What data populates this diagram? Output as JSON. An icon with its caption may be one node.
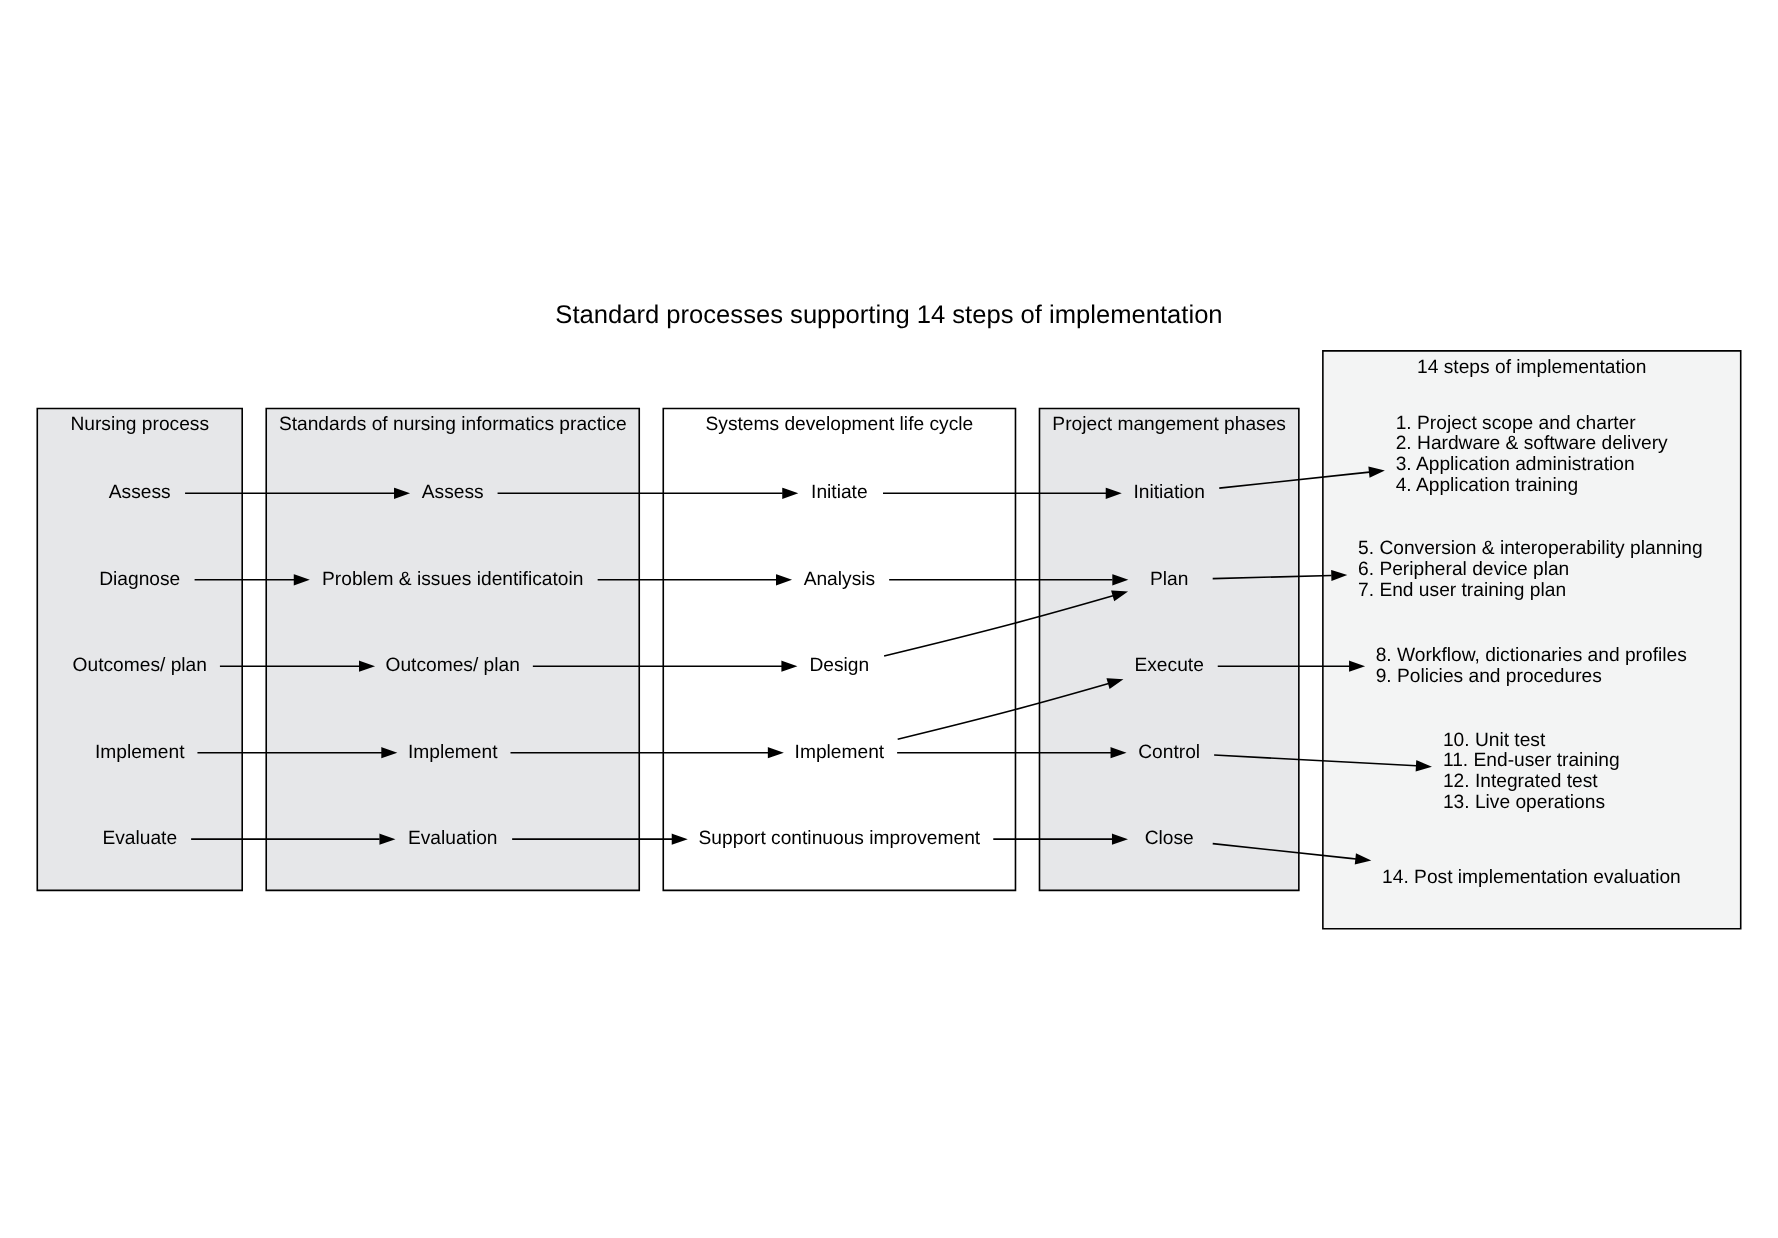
{
  "diagram": {
    "title": "Standard processes supporting 14 steps of implementation",
    "nodes": [
      {
        "text": [
          "Nursing process"
        ]
      },
      {
        "text": [
          "Assess"
        ],
        "in": 0
      },
      {
        "text": [
          "Diagnose"
        ],
        "in": 0
      },
      {
        "text": [
          "Outcomes/ plan"
        ],
        "in": 0
      },
      {
        "text": [
          "Implement"
        ],
        "in": 0
      },
      {
        "text": [
          "Evaluate"
        ],
        "in": 0
      },
      {
        "text": [
          "Standards of nursing informatics practice"
        ]
      },
      {
        "text": [
          "Assess"
        ],
        "in": 6
      },
      {
        "text": [
          "Problem & issues identificatoin"
        ],
        "in": 6
      },
      {
        "text": [
          "Outcomes/ plan"
        ],
        "in": 6
      },
      {
        "text": [
          "Implement"
        ],
        "in": 6
      },
      {
        "text": [
          "Evaluation"
        ],
        "in": 6
      },
      {
        "text": [
          "Systems development life cycle"
        ]
      },
      {
        "text": [
          "Initiate"
        ],
        "in": 12
      },
      {
        "text": [
          "Analysis"
        ],
        "in": 12
      },
      {
        "text": [
          "Design"
        ],
        "in": 12
      },
      {
        "text": [
          "Implement"
        ],
        "in": 12
      },
      {
        "text": [
          "Support continuous improvement"
        ],
        "in": 12
      },
      {
        "text": [
          "Project mangement phases"
        ]
      },
      {
        "text": [
          "Initiation"
        ],
        "in": 18
      },
      {
        "text": [
          "Plan"
        ],
        "in": 18
      },
      {
        "text": [
          "Execute"
        ],
        "in": 18
      },
      {
        "text": [
          "Control"
        ],
        "in": 18
      },
      {
        "text": [
          "Close"
        ],
        "in": 18
      },
      {
        "text": [
          "14 steps of implementation"
        ]
      },
      {
        "text": [
          "1. Project scope and charter",
          "2. Hardware & software delivery",
          "3. Application administration",
          "4. Application training"
        ],
        "in": 24
      },
      {
        "text": [
          "5. Conversion & interoperability planning",
          "6. Peripheral device plan",
          "7. End user training plan"
        ],
        "in": 24
      },
      {
        "text": [
          "8. Workflow, dictionaries and profiles",
          "9. Policies and procedures"
        ],
        "in": 24
      },
      {
        "text": [
          "10. Unit test",
          "11. End-user training",
          "12. Integrated test",
          "13. Live operations"
        ],
        "in": 24
      },
      {
        "text": [
          "14. Post implementation evaluation"
        ],
        "in": 24
      }
    ],
    "edges": [
      {
        "from": 1,
        "to": 7,
        "arrow": "to"
      },
      {
        "from": 7,
        "to": 13,
        "arrow": "to"
      },
      {
        "from": 13,
        "to": 19,
        "arrow": "to"
      },
      {
        "from": 19,
        "to": 25,
        "arrow": "to"
      },
      {
        "from": 2,
        "to": 8,
        "arrow": "to"
      },
      {
        "from": 8,
        "to": 14,
        "arrow": "to"
      },
      {
        "from": 3,
        "to": 9,
        "arrow": "to"
      },
      {
        "from": 9,
        "to": 15,
        "arrow": "to"
      },
      {
        "from": 14,
        "to": 20,
        "arrow": "to"
      },
      {
        "from": 15,
        "to": 20,
        "arrow": "to"
      },
      {
        "from": 20,
        "to": 26,
        "arrow": "to"
      },
      {
        "from": 4,
        "to": 10,
        "arrow": "to"
      },
      {
        "from": 10,
        "to": 16,
        "arrow": "to"
      },
      {
        "from": 16,
        "to": 21,
        "arrow": "to"
      },
      {
        "from": 16,
        "to": 22,
        "arrow": "to"
      },
      {
        "from": 21,
        "to": 27,
        "arrow": "to"
      },
      {
        "from": 22,
        "to": 28,
        "arrow": "to"
      },
      {
        "from": 5,
        "to": 11,
        "arrow": "to"
      },
      {
        "from": 11,
        "to": 17,
        "arrow": "to"
      },
      {
        "from": 17,
        "to": 23,
        "arrow": "to"
      },
      {
        "from": 23,
        "to": 29,
        "arrow": "to"
      }
    ]
  }
}
